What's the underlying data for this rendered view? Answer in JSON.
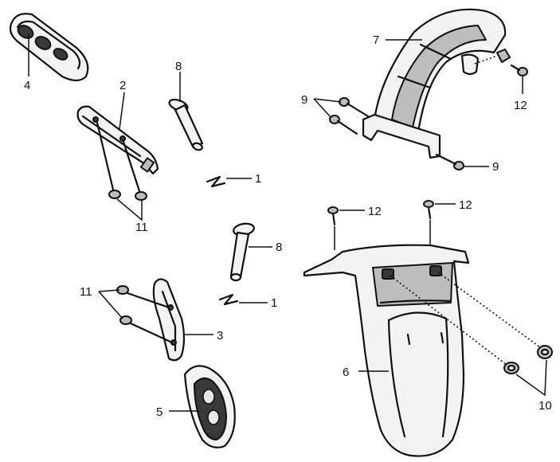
{
  "callouts": {
    "c1a": "1",
    "c1b": "1",
    "c2": "2",
    "c3": "3",
    "c4": "4",
    "c5": "5",
    "c6": "6",
    "c7": "7",
    "c8a": "8",
    "c8b": "8",
    "c9a": "9",
    "c9b": "9",
    "c10": "10",
    "c11a": "11",
    "c11b": "11",
    "c12a": "12",
    "c12b": "12",
    "c12c": "12"
  }
}
